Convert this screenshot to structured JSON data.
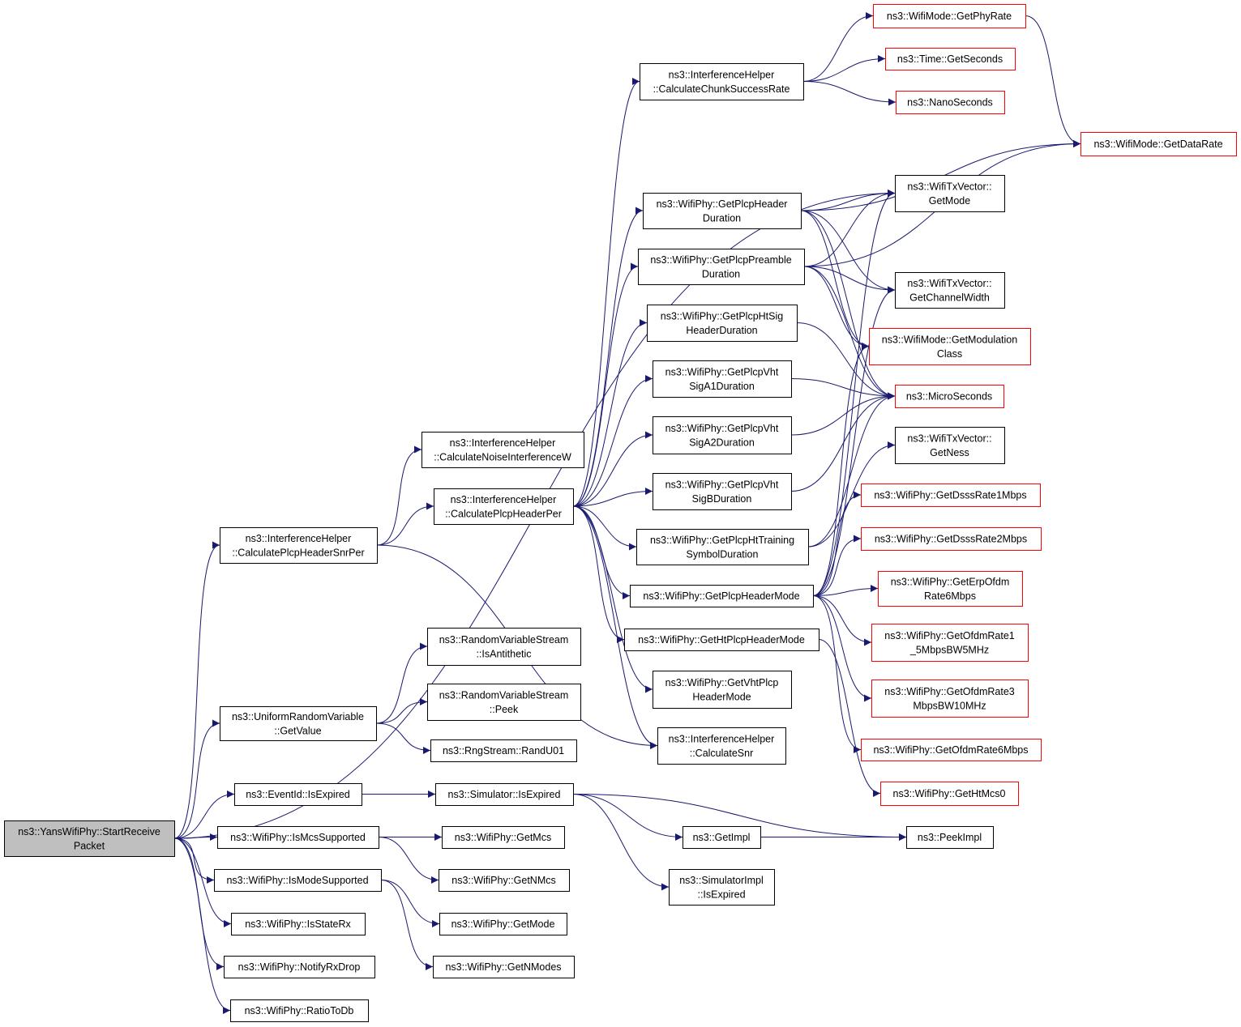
{
  "diagram": {
    "type": "call-graph",
    "colors": {
      "edge": "#191970",
      "node_border": "#000000",
      "truncated_border": "#ff0000",
      "root_fill": "#bfbfbf",
      "node_fill": "#ffffff"
    },
    "nodes": {
      "start": {
        "lines": [
          "ns3::YansWifiPhy::StartReceive",
          "Packet"
        ]
      },
      "snrPer": {
        "lines": [
          "ns3::InterferenceHelper",
          "::CalculatePlcpHeaderSnrPer"
        ]
      },
      "uniformGet": {
        "lines": [
          "ns3::UniformRandomVariable",
          "::GetValue"
        ]
      },
      "evIsExpired": {
        "lines": [
          "ns3::EventId::IsExpired"
        ]
      },
      "isMcsSupported": {
        "lines": [
          "ns3::WifiPhy::IsMcsSupported"
        ]
      },
      "isModeSupported": {
        "lines": [
          "ns3::WifiPhy::IsModeSupported"
        ]
      },
      "isStateRx": {
        "lines": [
          "ns3::WifiPhy::IsStateRx"
        ]
      },
      "notifyRxDrop": {
        "lines": [
          "ns3::WifiPhy::NotifyRxDrop"
        ]
      },
      "ratioToDb": {
        "lines": [
          "ns3::WifiPhy::RatioToDb"
        ]
      },
      "noiseInterf": {
        "lines": [
          "ns3::InterferenceHelper",
          "::CalculateNoiseInterferenceW"
        ]
      },
      "plcpHeaderPer": {
        "lines": [
          "ns3::InterferenceHelper",
          "::CalculatePlcpHeaderPer"
        ]
      },
      "isAntithetic": {
        "lines": [
          "ns3::RandomVariableStream",
          "::IsAntithetic"
        ]
      },
      "peek": {
        "lines": [
          "ns3::RandomVariableStream",
          "::Peek"
        ]
      },
      "randU01": {
        "lines": [
          "ns3::RngStream::RandU01"
        ]
      },
      "simIsExpired": {
        "lines": [
          "ns3::Simulator::IsExpired"
        ]
      },
      "getMcs": {
        "lines": [
          "ns3::WifiPhy::GetMcs"
        ]
      },
      "getNMcs": {
        "lines": [
          "ns3::WifiPhy::GetNMcs"
        ]
      },
      "phyGetMode": {
        "lines": [
          "ns3::WifiPhy::GetMode"
        ]
      },
      "getNModes": {
        "lines": [
          "ns3::WifiPhy::GetNModes"
        ]
      },
      "chunkSuccess": {
        "lines": [
          "ns3::InterferenceHelper",
          "::CalculateChunkSuccessRate"
        ]
      },
      "plcpHeaderDur": {
        "lines": [
          "ns3::WifiPhy::GetPlcpHeader",
          "Duration"
        ]
      },
      "plcpPreambleDur": {
        "lines": [
          "ns3::WifiPhy::GetPlcpPreamble",
          "Duration"
        ]
      },
      "htSigDur": {
        "lines": [
          "ns3::WifiPhy::GetPlcpHtSig",
          "HeaderDuration"
        ]
      },
      "vhtA1": {
        "lines": [
          "ns3::WifiPhy::GetPlcpVht",
          "SigA1Duration"
        ]
      },
      "vhtA2": {
        "lines": [
          "ns3::WifiPhy::GetPlcpVht",
          "SigA2Duration"
        ]
      },
      "vhtB": {
        "lines": [
          "ns3::WifiPhy::GetPlcpVht",
          "SigBDuration"
        ]
      },
      "htTraining": {
        "lines": [
          "ns3::WifiPhy::GetPlcpHtTraining",
          "SymbolDuration"
        ]
      },
      "plcpHeaderMode": {
        "lines": [
          "ns3::WifiPhy::GetPlcpHeaderMode"
        ]
      },
      "htPlcpHeaderMode": {
        "lines": [
          "ns3::WifiPhy::GetHtPlcpHeaderMode"
        ]
      },
      "vhtPlcpHeaderMode": {
        "lines": [
          "ns3::WifiPhy::GetVhtPlcp",
          "HeaderMode"
        ]
      },
      "calcSnr": {
        "lines": [
          "ns3::InterferenceHelper",
          "::CalculateSnr"
        ]
      },
      "getImpl": {
        "lines": [
          "ns3::GetImpl"
        ]
      },
      "simImplIsExpired": {
        "lines": [
          "ns3::SimulatorImpl",
          "::IsExpired"
        ]
      },
      "peekImpl": {
        "lines": [
          "ns3::PeekImpl"
        ]
      },
      "getPhyRate": {
        "lines": [
          "ns3::WifiMode::GetPhyRate"
        ]
      },
      "getSeconds": {
        "lines": [
          "ns3::Time::GetSeconds"
        ]
      },
      "nanoSeconds": {
        "lines": [
          "ns3::NanoSeconds"
        ]
      },
      "getDataRate": {
        "lines": [
          "ns3::WifiMode::GetDataRate"
        ]
      },
      "txGetMode": {
        "lines": [
          "ns3::WifiTxVector::",
          "GetMode"
        ]
      },
      "txGetChannelWidth": {
        "lines": [
          "ns3::WifiTxVector::",
          "GetChannelWidth"
        ]
      },
      "modClass": {
        "lines": [
          "ns3::WifiMode::GetModulation",
          "Class"
        ]
      },
      "microSeconds": {
        "lines": [
          "ns3::MicroSeconds"
        ]
      },
      "txGetNess": {
        "lines": [
          "ns3::WifiTxVector::",
          "GetNess"
        ]
      },
      "dsss1": {
        "lines": [
          "ns3::WifiPhy::GetDsssRate1Mbps"
        ]
      },
      "dsss2": {
        "lines": [
          "ns3::WifiPhy::GetDsssRate2Mbps"
        ]
      },
      "erpOfdm6": {
        "lines": [
          "ns3::WifiPhy::GetErpOfdm",
          "Rate6Mbps"
        ]
      },
      "ofdm1_5": {
        "lines": [
          "ns3::WifiPhy::GetOfdmRate1",
          "_5MbpsBW5MHz"
        ]
      },
      "ofdm3": {
        "lines": [
          "ns3::WifiPhy::GetOfdmRate3",
          "MbpsBW10MHz"
        ]
      },
      "ofdm6": {
        "lines": [
          "ns3::WifiPhy::GetOfdmRate6Mbps"
        ]
      },
      "htMcs0": {
        "lines": [
          "ns3::WifiPhy::GetHtMcs0"
        ]
      }
    },
    "edges": [
      [
        "start",
        "snrPer"
      ],
      [
        "start",
        "uniformGet"
      ],
      [
        "start",
        "evIsExpired"
      ],
      [
        "start",
        "isMcsSupported"
      ],
      [
        "start",
        "isModeSupported"
      ],
      [
        "start",
        "isStateRx"
      ],
      [
        "start",
        "notifyRxDrop"
      ],
      [
        "start",
        "ratioToDb"
      ],
      [
        "start",
        "txGetMode"
      ],
      [
        "snrPer",
        "noiseInterf"
      ],
      [
        "snrPer",
        "plcpHeaderPer"
      ],
      [
        "snrPer",
        "calcSnr"
      ],
      [
        "uniformGet",
        "isAntithetic"
      ],
      [
        "uniformGet",
        "peek"
      ],
      [
        "uniformGet",
        "randU01"
      ],
      [
        "evIsExpired",
        "simIsExpired"
      ],
      [
        "isMcsSupported",
        "getMcs"
      ],
      [
        "isMcsSupported",
        "getNMcs"
      ],
      [
        "isModeSupported",
        "phyGetMode"
      ],
      [
        "isModeSupported",
        "getNModes"
      ],
      [
        "plcpHeaderPer",
        "chunkSuccess"
      ],
      [
        "plcpHeaderPer",
        "plcpHeaderDur"
      ],
      [
        "plcpHeaderPer",
        "plcpPreambleDur"
      ],
      [
        "plcpHeaderPer",
        "htSigDur"
      ],
      [
        "plcpHeaderPer",
        "vhtA1"
      ],
      [
        "plcpHeaderPer",
        "vhtA2"
      ],
      [
        "plcpHeaderPer",
        "vhtB"
      ],
      [
        "plcpHeaderPer",
        "htTraining"
      ],
      [
        "plcpHeaderPer",
        "plcpHeaderMode"
      ],
      [
        "plcpHeaderPer",
        "htPlcpHeaderMode"
      ],
      [
        "plcpHeaderPer",
        "vhtPlcpHeaderMode"
      ],
      [
        "plcpHeaderPer",
        "calcSnr"
      ],
      [
        "simIsExpired",
        "getImpl"
      ],
      [
        "simIsExpired",
        "simImplIsExpired"
      ],
      [
        "simIsExpired",
        "peekImpl"
      ],
      [
        "getImpl",
        "peekImpl"
      ],
      [
        "chunkSuccess",
        "getPhyRate"
      ],
      [
        "chunkSuccess",
        "getSeconds"
      ],
      [
        "chunkSuccess",
        "nanoSeconds"
      ],
      [
        "getPhyRate",
        "getDataRate"
      ],
      [
        "plcpHeaderDur",
        "getDataRate"
      ],
      [
        "plcpHeaderDur",
        "txGetMode"
      ],
      [
        "plcpHeaderDur",
        "txGetChannelWidth"
      ],
      [
        "plcpHeaderDur",
        "modClass"
      ],
      [
        "plcpHeaderDur",
        "microSeconds"
      ],
      [
        "plcpPreambleDur",
        "getDataRate"
      ],
      [
        "plcpPreambleDur",
        "txGetMode"
      ],
      [
        "plcpPreambleDur",
        "txGetChannelWidth"
      ],
      [
        "plcpPreambleDur",
        "modClass"
      ],
      [
        "plcpPreambleDur",
        "microSeconds"
      ],
      [
        "htSigDur",
        "microSeconds"
      ],
      [
        "vhtA1",
        "microSeconds"
      ],
      [
        "vhtA2",
        "microSeconds"
      ],
      [
        "vhtB",
        "microSeconds"
      ],
      [
        "htTraining",
        "microSeconds"
      ],
      [
        "htTraining",
        "txGetNess"
      ],
      [
        "plcpHeaderMode",
        "txGetMode"
      ],
      [
        "plcpHeaderMode",
        "txGetChannelWidth"
      ],
      [
        "plcpHeaderMode",
        "modClass"
      ],
      [
        "plcpHeaderMode",
        "dsss1"
      ],
      [
        "plcpHeaderMode",
        "dsss2"
      ],
      [
        "plcpHeaderMode",
        "erpOfdm6"
      ],
      [
        "plcpHeaderMode",
        "ofdm1_5"
      ],
      [
        "plcpHeaderMode",
        "ofdm3"
      ],
      [
        "plcpHeaderMode",
        "ofdm6"
      ],
      [
        "htPlcpHeaderMode",
        "htMcs0"
      ]
    ]
  }
}
